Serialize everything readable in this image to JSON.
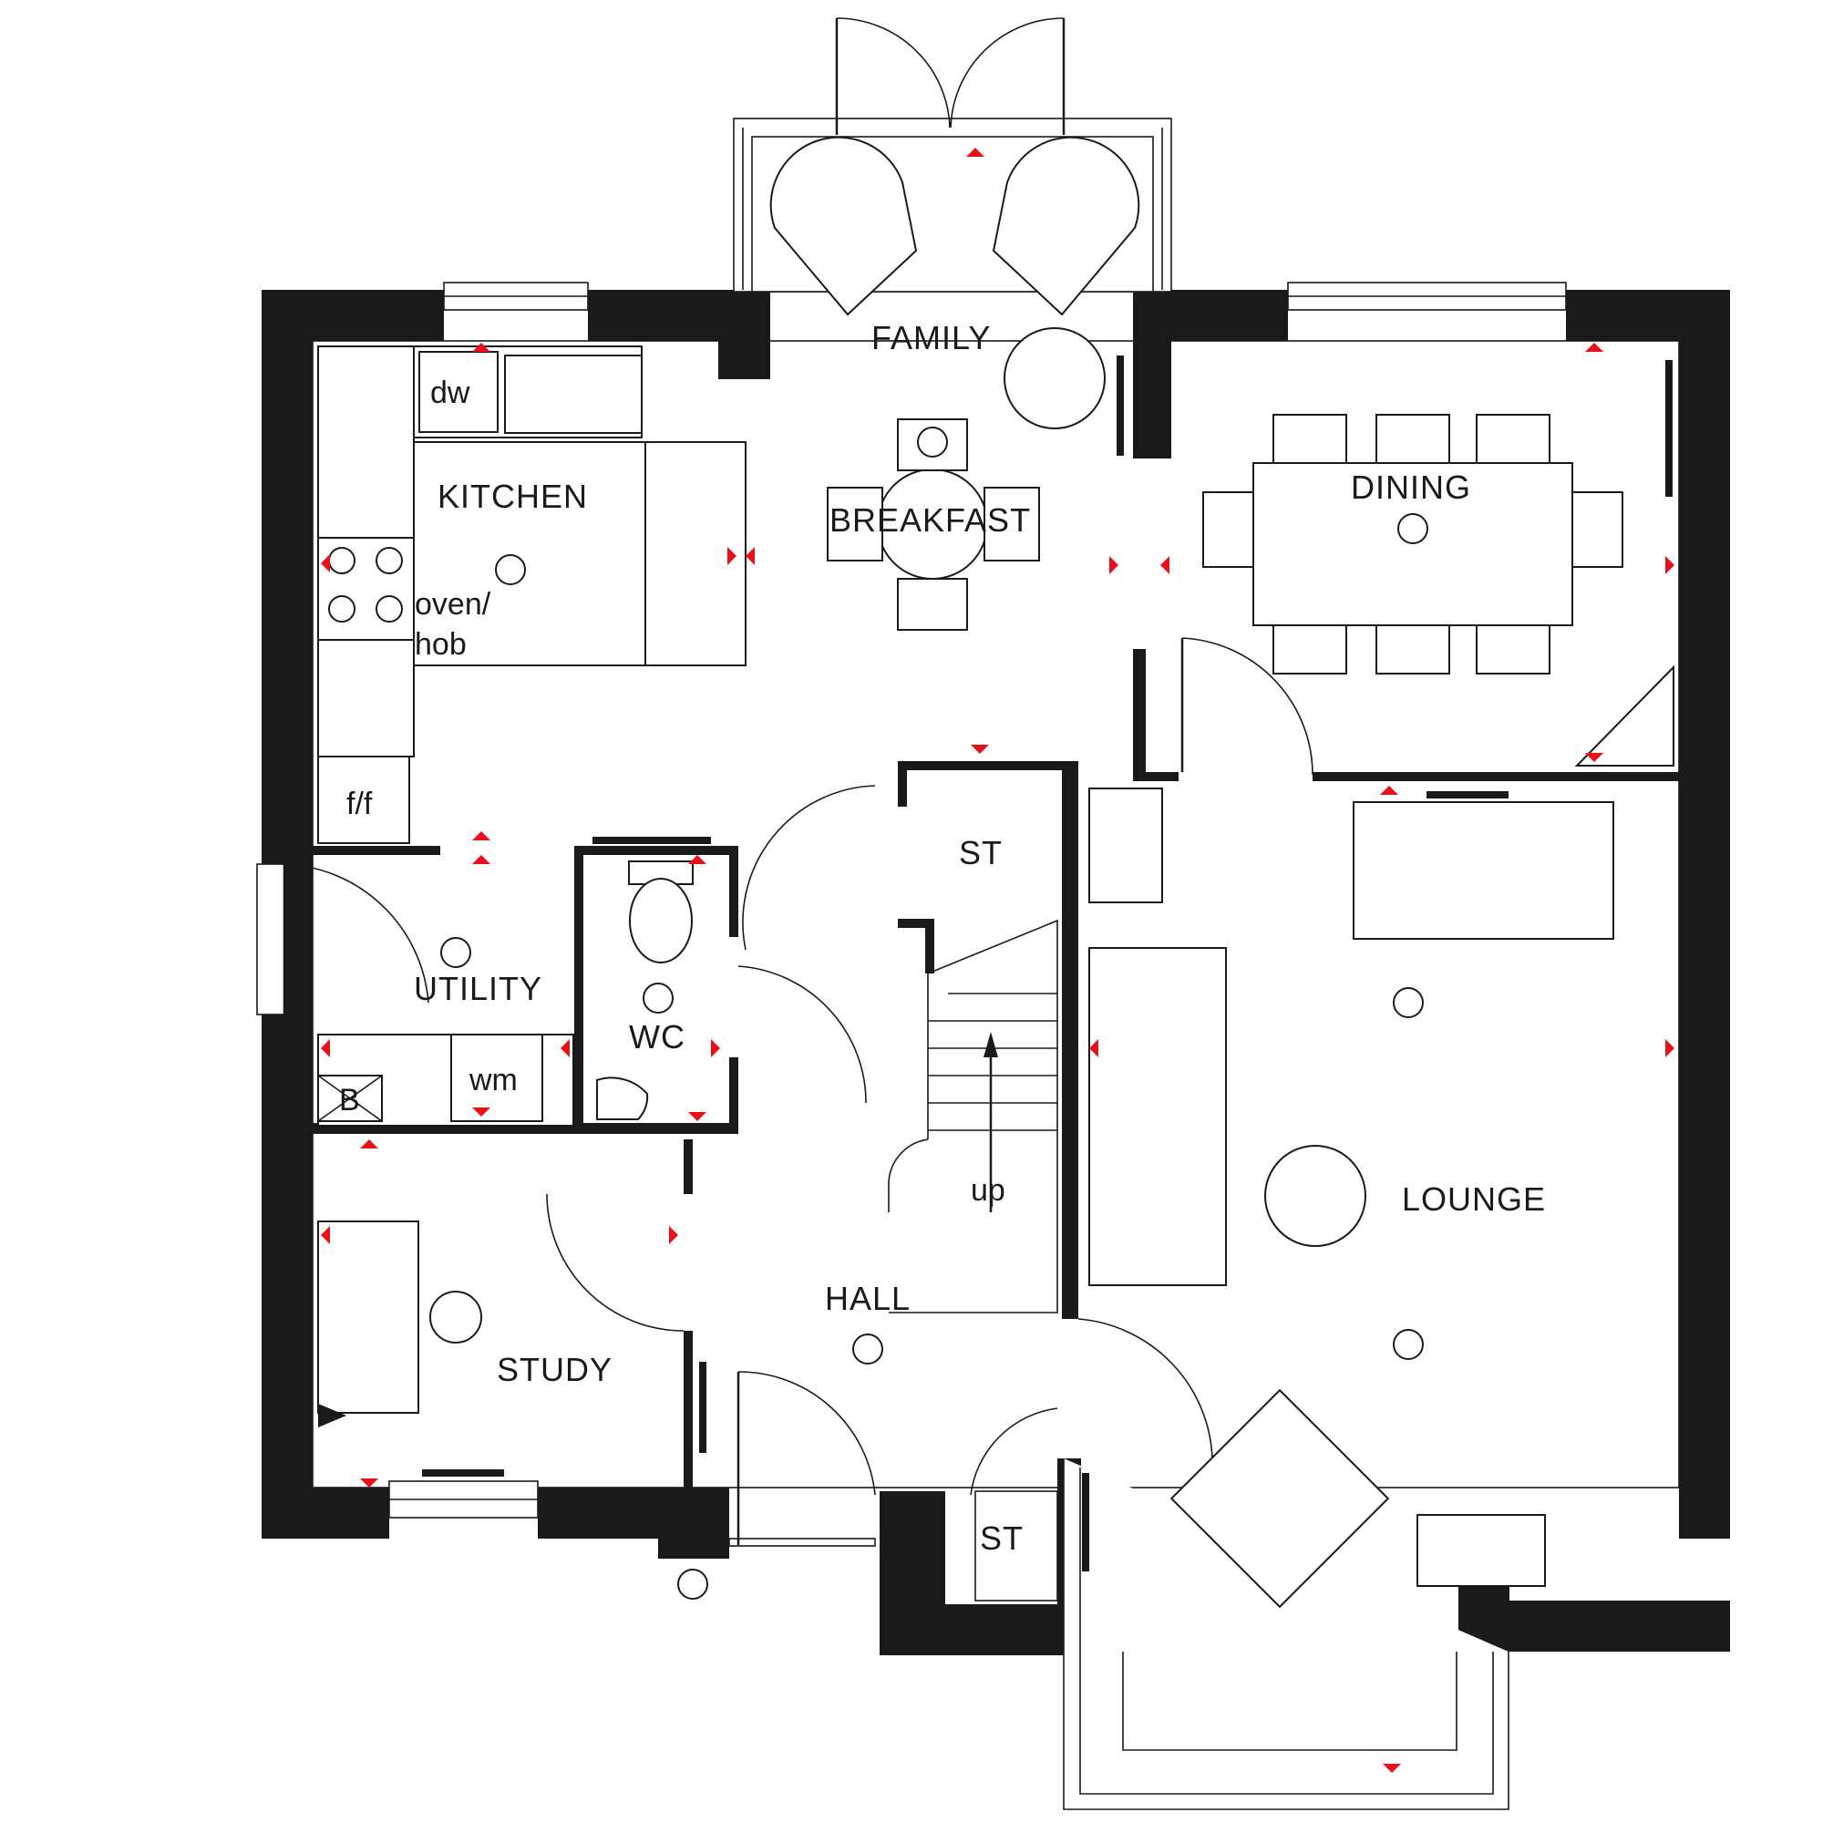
{
  "rooms": {
    "family": "FAMILY",
    "kitchen": "KITCHEN",
    "breakfast": "BREAKFAST",
    "dining": "DINING",
    "utility": "UTILITY",
    "wc": "WC",
    "study": "STUDY",
    "hall": "HALL",
    "lounge": "LOUNGE",
    "store_upper": "ST",
    "store_lower": "ST"
  },
  "fixtures": {
    "dishwasher": "dw",
    "oven_line1": "oven/",
    "oven_line2": "hob",
    "fridge_freezer": "f/f",
    "washing_machine": "wm",
    "boiler": "B",
    "stairs_direction": "up"
  },
  "colors": {
    "wall": "#1a1a1a",
    "marker": "#e8111b",
    "background": "#ffffff"
  }
}
